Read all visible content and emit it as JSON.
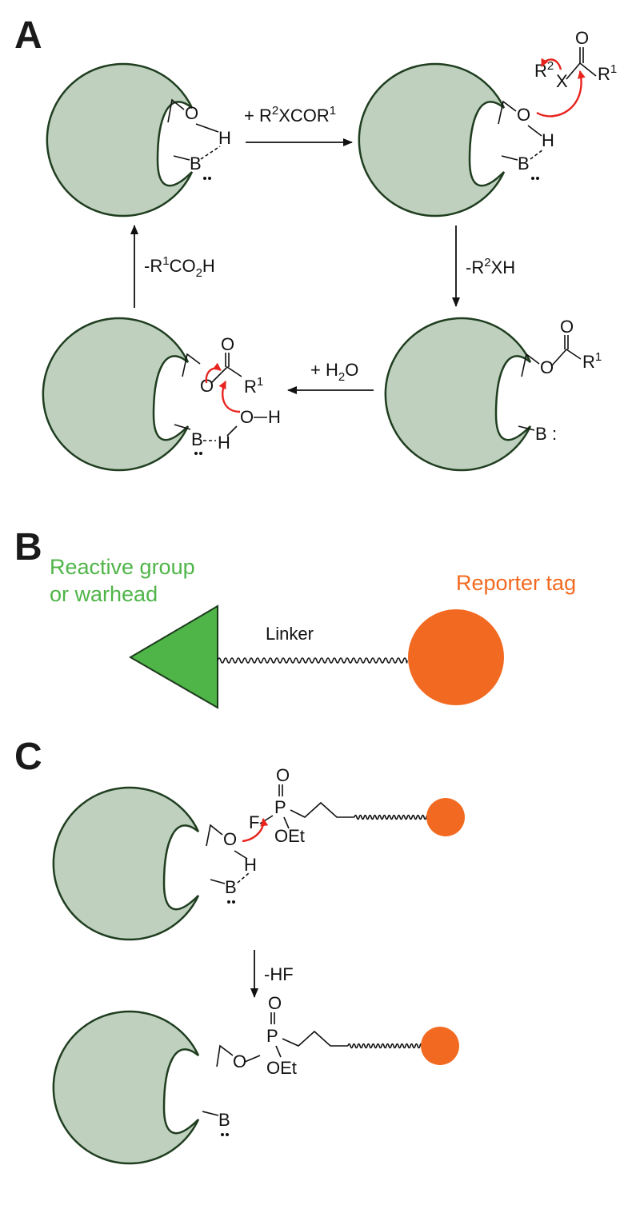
{
  "panels": {
    "a": "A",
    "b": "B",
    "c": "C"
  },
  "panel_a": {
    "step_add_substrate": {
      "prefix": "+ R",
      "sup1": "2",
      "mid": "XCOR",
      "sup2": "1"
    },
    "step_release_leaving": {
      "prefix": "-R",
      "sup": "2",
      "suffix": "XH"
    },
    "step_add_water": {
      "prefix": "+ H",
      "sub": "2",
      "suffix": "O"
    },
    "step_release_acid": {
      "prefix": "-R",
      "sup": "1",
      "mid": "CO",
      "sub": "2",
      "suffix": "H"
    },
    "atoms": {
      "O": "O",
      "H": "H",
      "B": "B",
      "X": "X",
      "R": "R",
      "one": "1",
      "two": "2",
      "lone_pair": ":"
    }
  },
  "panel_b": {
    "warhead_line1": "Reactive group",
    "warhead_line2": "or warhead",
    "reporter": "Reporter tag",
    "linker": "Linker"
  },
  "panel_c": {
    "step_release_hf": "-HF",
    "atoms": {
      "P": "P",
      "F": "F",
      "OEt": "OEt",
      "O": "O",
      "H": "H",
      "B": "B"
    }
  },
  "colors": {
    "enzyme_fill": "#bfd1be",
    "enzyme_stroke": "#1f3d1f",
    "warhead_green": "#4fb548",
    "reporter_orange": "#f26a21",
    "mechanism_red": "#e8231e"
  }
}
